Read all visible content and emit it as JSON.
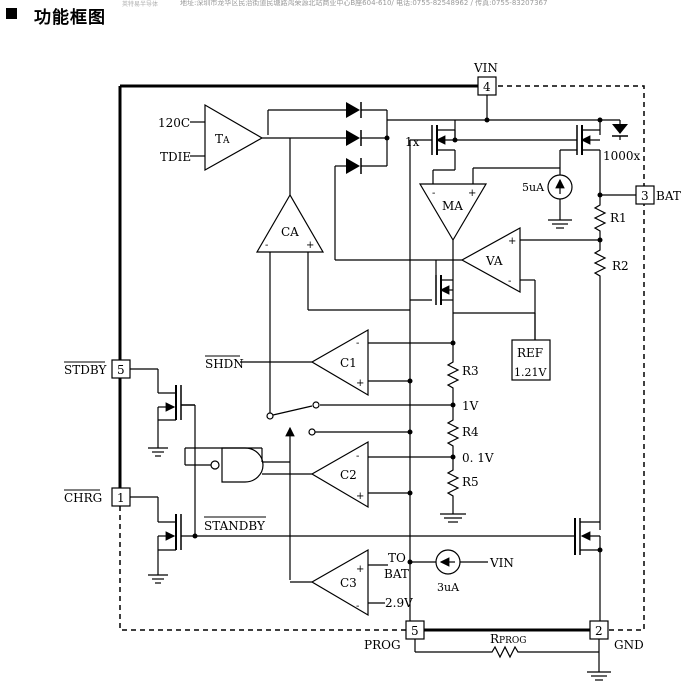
{
  "header": {
    "title": "功能框图",
    "faint_left": "英特易半导体",
    "faint_address": "地址:深圳市龙华区民治街道民塘路鸿荣源北站商业中心B座604-610/ 电话:0755-82548962 / 传真:0755-83207367"
  },
  "pins": {
    "vin": {
      "number": "4",
      "label": "VIN"
    },
    "bat": {
      "number": "3",
      "label": "BAT"
    },
    "stdby": {
      "number": "5",
      "label": "STDBY"
    },
    "chrg": {
      "number": "1",
      "label": "CHRG"
    },
    "prog": {
      "number": "5",
      "label": "PROG"
    },
    "gnd": {
      "number": "2",
      "label": "GND"
    }
  },
  "labels": {
    "temp_ref": "120C",
    "tdie": "TDIE",
    "ta_main": "T",
    "ta_sub": "A",
    "ca": "CA",
    "ma": "MA",
    "va": "VA",
    "c1": "C1",
    "c2": "C2",
    "c3": "C3",
    "ref_line1": "REF",
    "ref_line2": "1.21V",
    "r1": "R1",
    "r2": "R2",
    "r3": "R3",
    "r4": "R4",
    "r5": "R5",
    "rprog_main": "R",
    "rprog_sub": "PROG",
    "ratio_1x": "1x",
    "ratio_1000x": "1000x",
    "current_5ua": "5uA",
    "current_3ua": "3uA",
    "v_1v": "1V",
    "v_01v": "0. 1V",
    "v_29v": "2.9V",
    "to_bat_line1": "TO",
    "to_bat_line2": "BAT",
    "vin_source": "VIN",
    "shdn": "SHDN",
    "standby": "STANDBY",
    "minus": "-",
    "plus": "+"
  }
}
